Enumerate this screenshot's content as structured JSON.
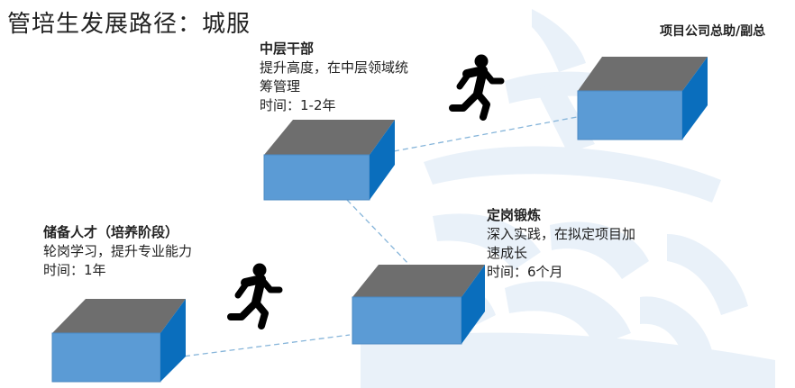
{
  "title": "管培生发展路径：城服",
  "stages": [
    {
      "heading": "储备人才（培养阶段）",
      "desc": "轮岗学习，提升专业能力",
      "time": "时间：1年"
    },
    {
      "heading": "定岗锻炼",
      "desc_line1": "深入实践，在拟定项目加",
      "desc_line2": "速成长",
      "time": "时间：6个月"
    },
    {
      "heading": "中层干部",
      "desc_line1": "提升高度，在中层领域统",
      "desc_line2": "筹管理",
      "time": "时间：1-2年"
    }
  ],
  "top_label": "项目公司总助/副总",
  "icons": [
    "running-person-icon",
    "running-person-icon"
  ],
  "colors": {
    "box_top": "#6e6e6e",
    "box_front": "#5b9bd5",
    "box_side": "#0a6ebd",
    "connector": "#7fb1d9",
    "watermark": "#e7eff8"
  }
}
